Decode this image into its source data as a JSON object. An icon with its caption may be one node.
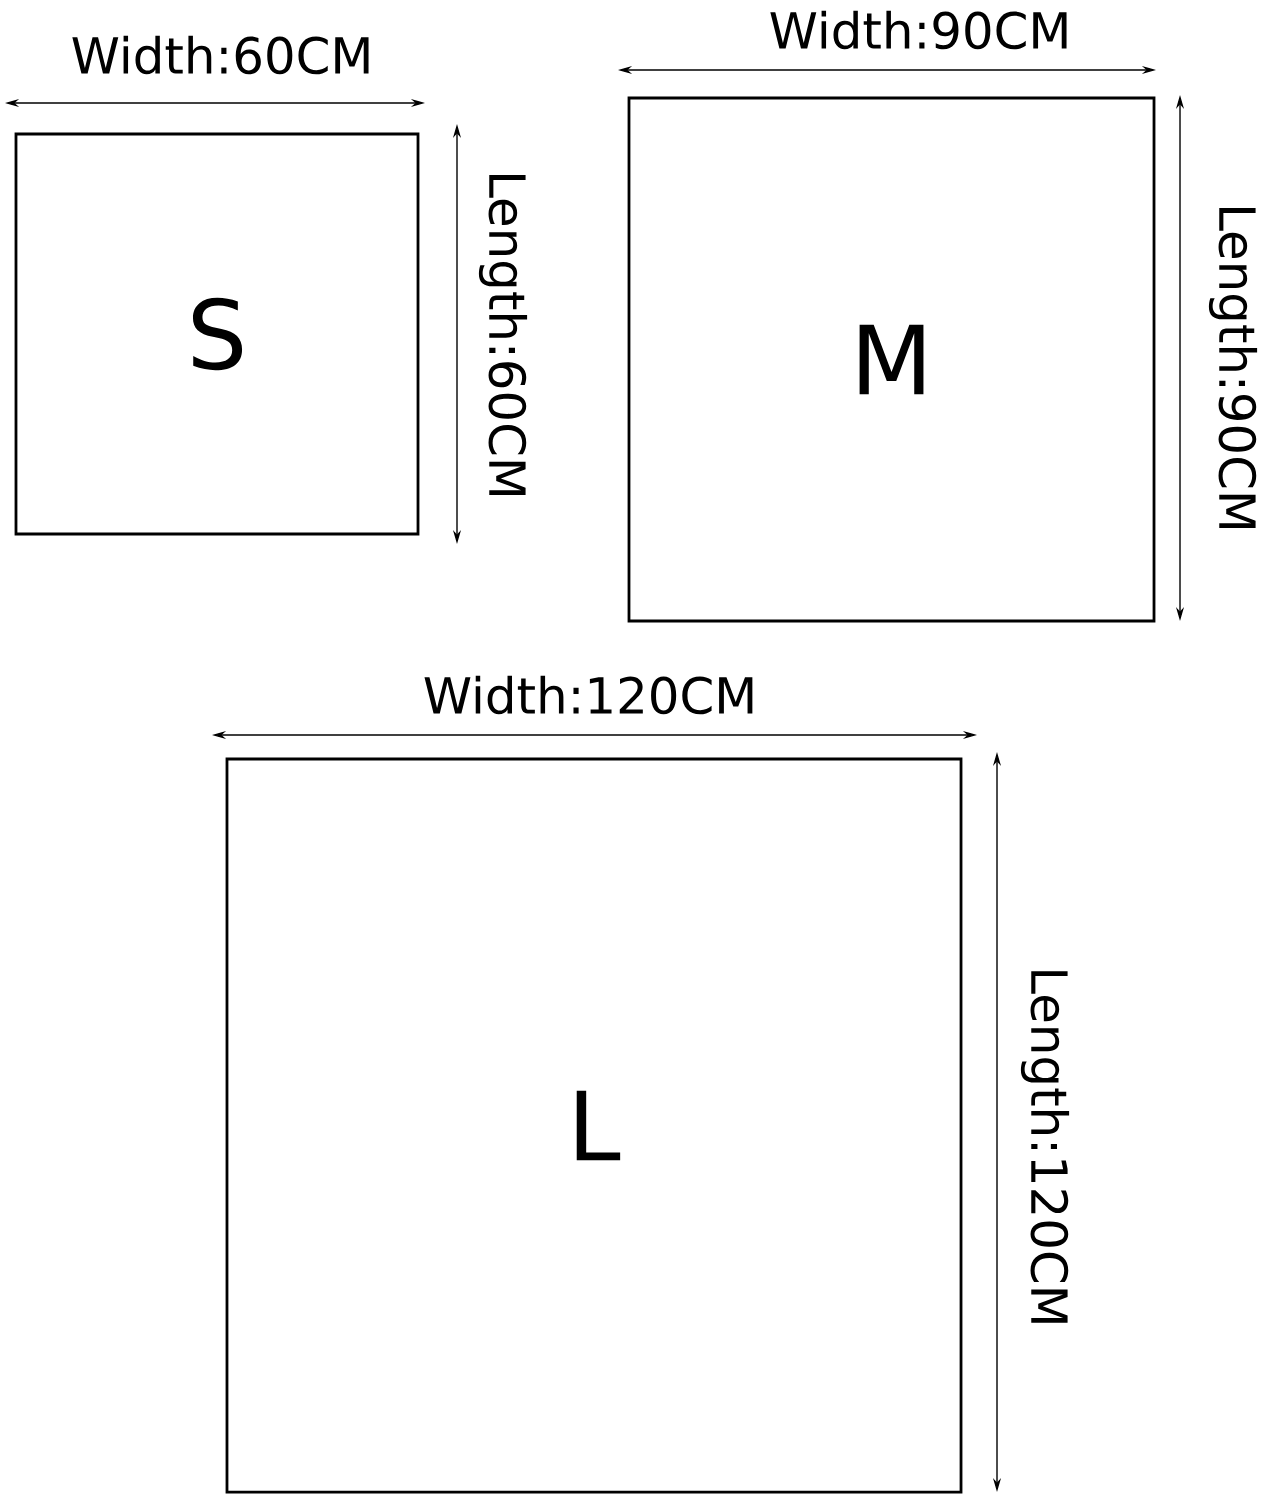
{
  "diagram": {
    "nodes": [
      {
        "text": [
          "S"
        ]
      },
      {
        "text": [
          "M"
        ]
      },
      {
        "text": [
          "L"
        ]
      }
    ],
    "labels": [
      "Width:60CM",
      "Width:90CM",
      "Length:60CM",
      "Length:90CM",
      "Width:120CM",
      "Length:120CM"
    ]
  }
}
